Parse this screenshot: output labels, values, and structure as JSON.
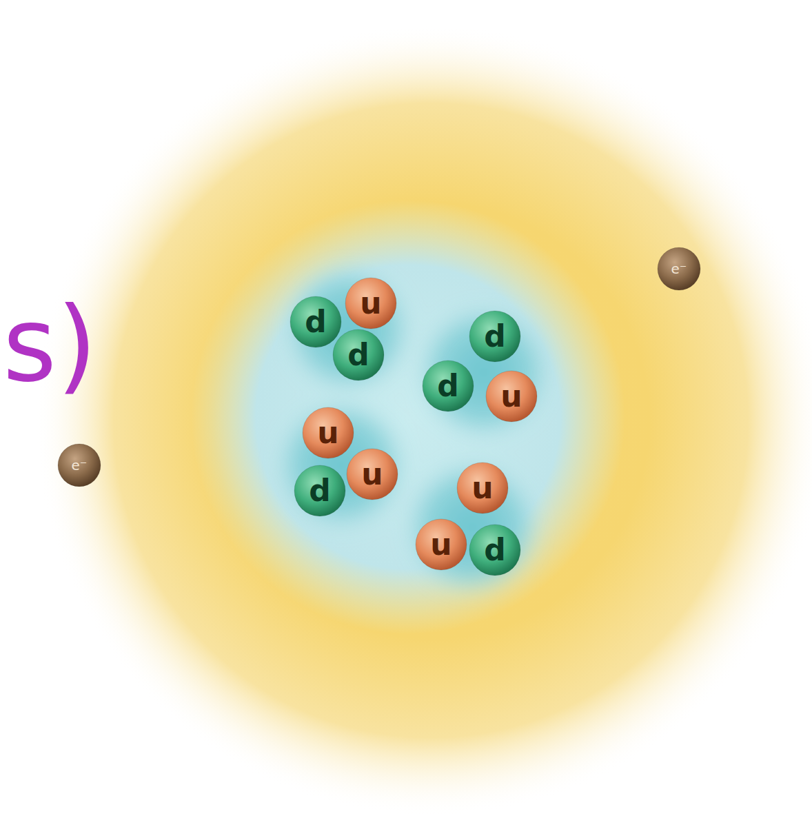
{
  "diagram": {
    "nodes": [
      {
        "text": [
          "e⁻"
        ]
      },
      {
        "text": [
          "d"
        ]
      },
      {
        "text": [
          "u"
        ]
      },
      {
        "text": [
          "d"
        ]
      },
      {
        "text": [
          "d"
        ]
      },
      {
        "text": [
          "d"
        ]
      },
      {
        "text": [
          "u"
        ]
      },
      {
        "text": [
          "u"
        ]
      },
      {
        "text": [
          "u"
        ]
      },
      {
        "text": [
          "d"
        ]
      },
      {
        "text": [
          "u"
        ]
      },
      {
        "text": [
          "u"
        ]
      },
      {
        "text": [
          "d"
        ]
      },
      {
        "text": [
          "e⁻"
        ]
      }
    ],
    "labels": [
      "s)"
    ]
  }
}
